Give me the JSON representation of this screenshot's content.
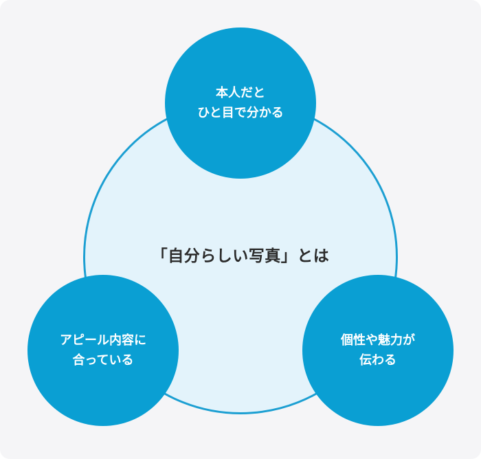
{
  "center": {
    "label": "「自分らしい写真」とは"
  },
  "nodes": {
    "top": {
      "line1": "本人だと",
      "line2": "ひと目で分かる"
    },
    "left": {
      "line1": "アピール内容に",
      "line2": "合っている"
    },
    "right": {
      "line1": "個性や魅力が",
      "line2": "伝わる"
    }
  },
  "colors": {
    "background": "#f5f5f7",
    "center_fill": "#e3f3fb",
    "center_stroke": "#1c9fd2",
    "node_fill": "#0a9fd3",
    "node_text": "#ffffff",
    "center_text": "#2b2b2b"
  }
}
